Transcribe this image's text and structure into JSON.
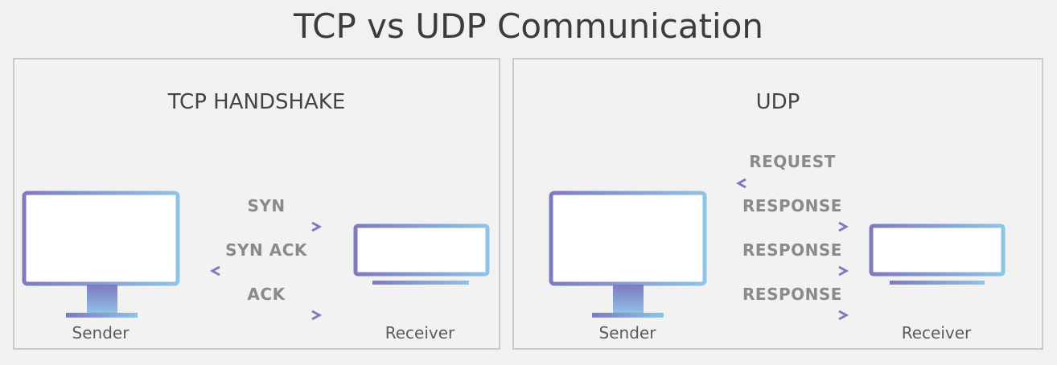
{
  "title": "TCP vs UDP Communication",
  "tcp": {
    "heading": "TCP HANDSHAKE",
    "sender_label": "Sender",
    "receiver_label": "Receiver",
    "messages": [
      "SYN",
      "SYN ACK",
      "ACK"
    ]
  },
  "udp": {
    "heading": "UDP",
    "sender_label": "Sender",
    "receiver_label": "Receiver",
    "messages": [
      "REQUEST",
      "RESPONSE",
      "RESPONSE",
      "RESPONSE"
    ]
  },
  "colors": {
    "gradient_start": "#7e7ac0",
    "gradient_end": "#8fc3e4",
    "panel_border": "#c9c9c9",
    "background": "#f1f1f1"
  }
}
